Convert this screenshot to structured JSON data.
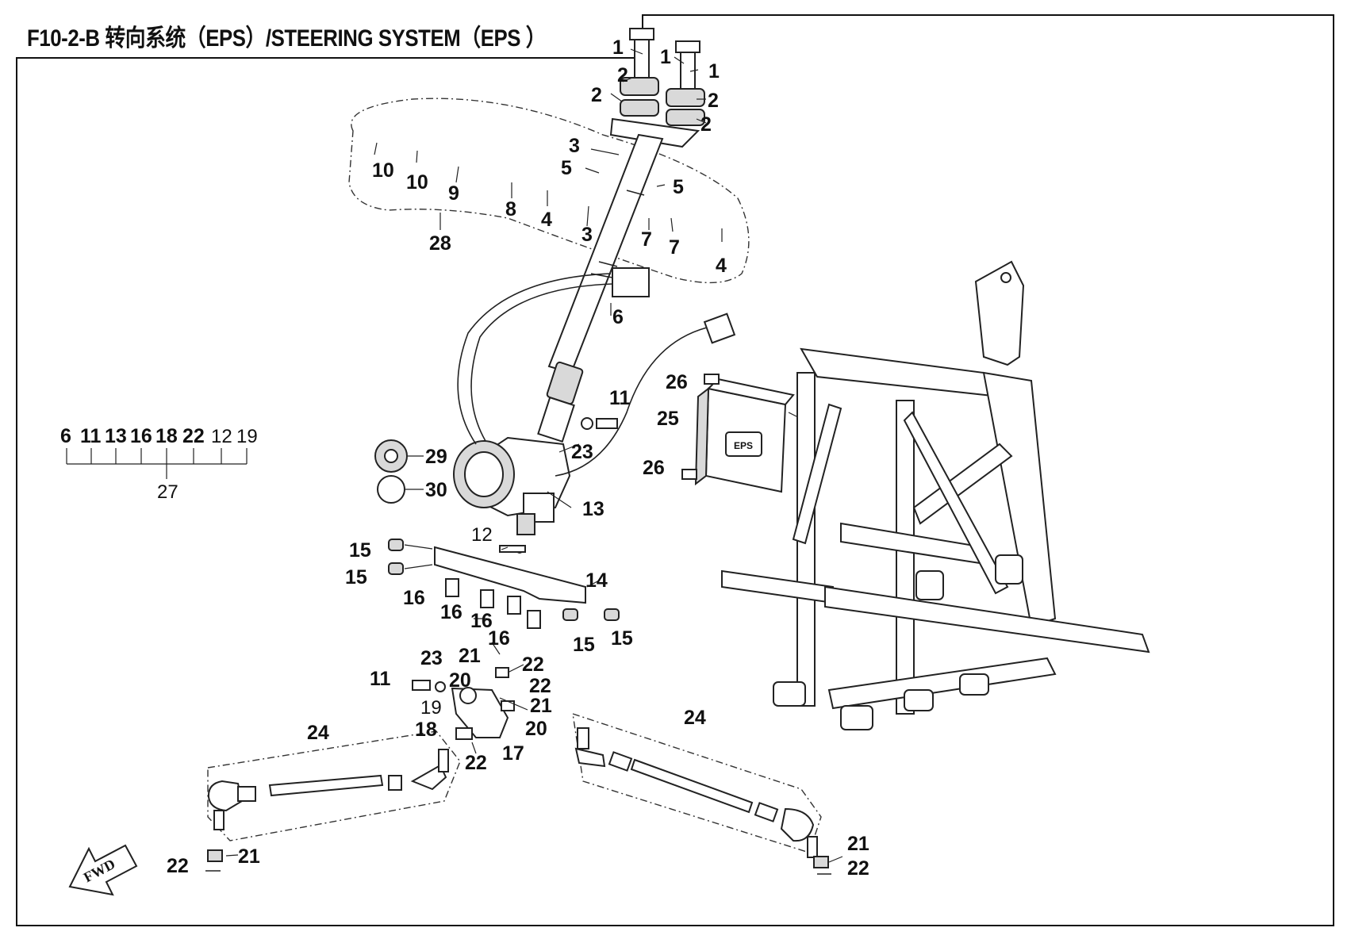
{
  "title": "F10-2-B 转向系统（EPS）/STEERING SYSTEM（EPS ）",
  "fwd_label": "FWD",
  "ecu_mark": "EPS",
  "callouts": {
    "c1a": "1",
    "c1b": "1",
    "c1c": "1",
    "c2a": "2",
    "c2b": "2",
    "c2c": "2",
    "c2d": "2",
    "c3a": "3",
    "c3b": "3",
    "c4a": "4",
    "c4b": "4",
    "c5a": "5",
    "c5b": "5",
    "c6": "6",
    "c7a": "7",
    "c7b": "7",
    "c8": "8",
    "c9": "9",
    "c10a": "10",
    "c10b": "10",
    "c11a": "11",
    "c11b": "11",
    "c12": "12",
    "c13": "13",
    "c14": "14",
    "c15a": "15",
    "c15b": "15",
    "c15c": "15",
    "c15d": "15",
    "c16a": "16",
    "c16b": "16",
    "c16c": "16",
    "c16d": "16",
    "c17": "17",
    "c18": "18",
    "c19": "19",
    "c20a": "20",
    "c20b": "20",
    "c21a": "21",
    "c21b": "21",
    "c21c": "21",
    "c21d": "21",
    "c22a": "22",
    "c22b": "22",
    "c22c": "22",
    "c22d": "22",
    "c22e": "22",
    "c23a": "23",
    "c23b": "23",
    "c24a": "24",
    "c24b": "24",
    "c25": "25",
    "c26a": "26",
    "c26b": "26",
    "c28": "28",
    "c29": "29",
    "c30": "30"
  },
  "kit": {
    "members": [
      "6",
      "11",
      "13",
      "16",
      "18",
      "22",
      "12",
      "19"
    ],
    "assembly": "27"
  }
}
